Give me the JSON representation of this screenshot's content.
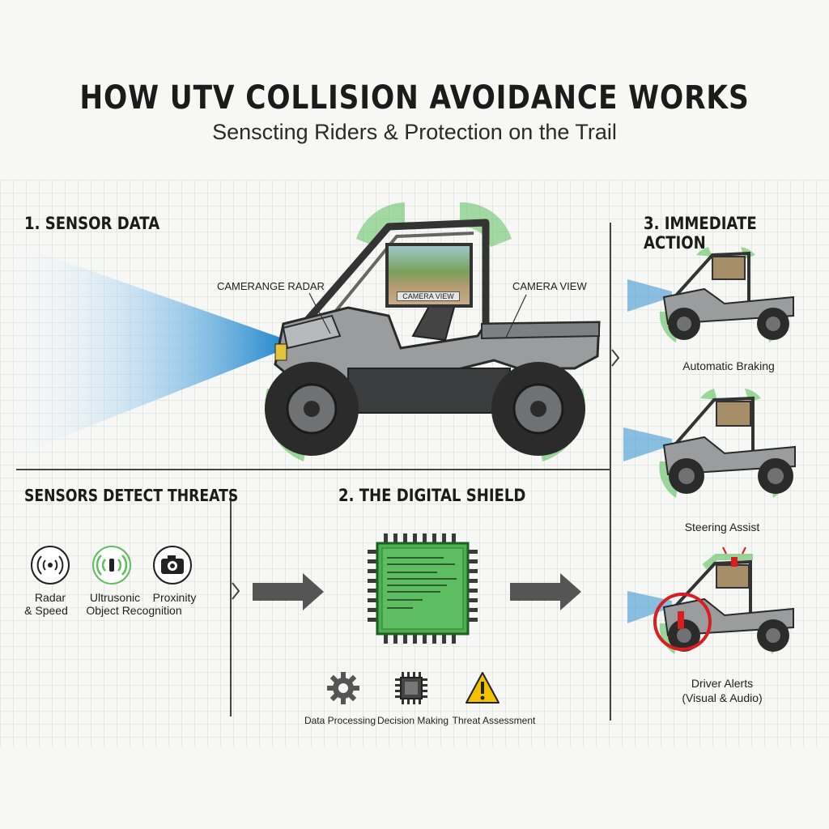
{
  "header": {
    "title": "HOW UTV COLLISION AVOIDANCE WORKS",
    "subtitle": "Senscting Riders & Protection on the Trail"
  },
  "sections": {
    "sensor_data": {
      "heading": "1. SENSOR DATA"
    },
    "immediate_action": {
      "heading": "3. IMMEDIATE ACTION"
    },
    "sensors_detect": {
      "heading": "SENSORS DETECT THREATS"
    },
    "digital_shield": {
      "heading": "2. THE DIGITAL SHIELD"
    }
  },
  "vehicle": {
    "radar_label": "CAMERANGE RADAR",
    "camera_label": "CAMERA VIEW",
    "screen_label": "CAMERA VIEW"
  },
  "sensors": {
    "radar": {
      "line1": "Radar",
      "line2": "& Speed",
      "icon": "radar-icon"
    },
    "ultrasonic": {
      "line1": "Ultrusonic",
      "line2": "Object Recognition",
      "icon": "ultrasonic-icon"
    },
    "proximity": {
      "line1": "Proxinity",
      "icon": "camera-icon"
    }
  },
  "processing": {
    "data_processing": "Data Processing",
    "decision_making": "Decision Making",
    "threat_assessment": "Threat Assessment"
  },
  "actions": {
    "braking": "Automatic Braking",
    "steering": "Steering Assist",
    "alerts_line1": "Driver Alerts",
    "alerts_line2": "(Visual & Audio)"
  },
  "colors": {
    "sensor_green": "#5cbf5c",
    "radar_blue": "#2f8fd0",
    "alert_red": "#d81e1e",
    "chip_green": "#4caf50"
  }
}
